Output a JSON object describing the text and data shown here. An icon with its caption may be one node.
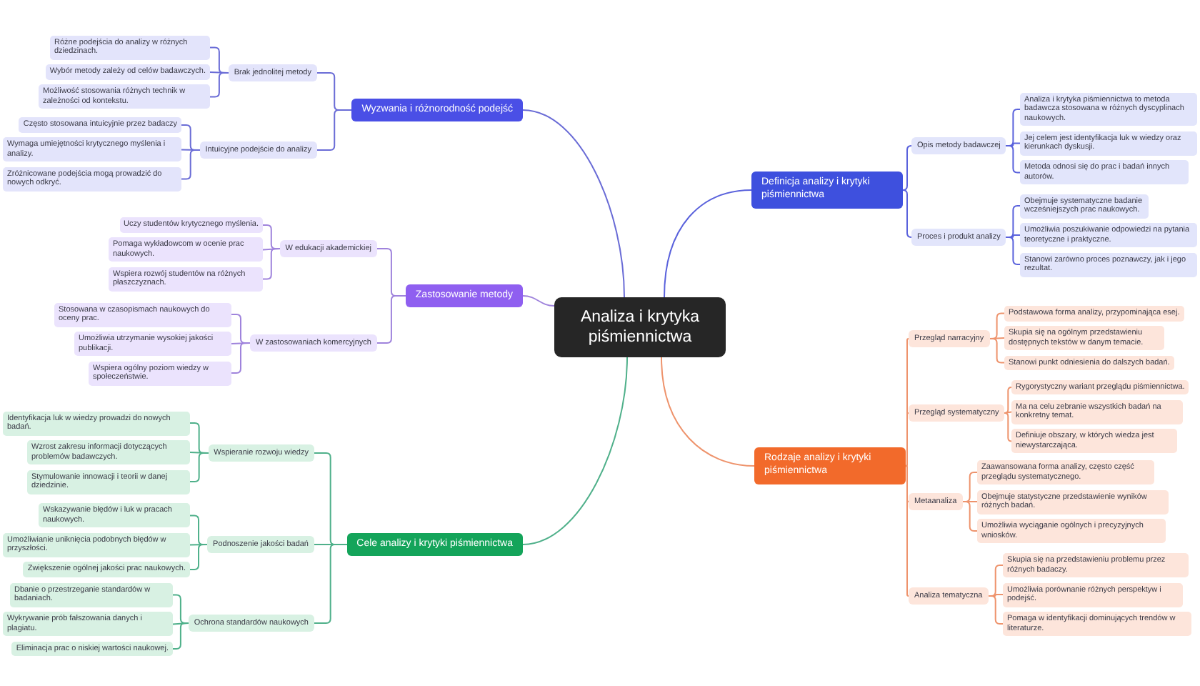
{
  "diagram": {
    "nodes": [
      {
        "text": [
          "Analiza i krytyka piśmiennictwa"
        ]
      },
      {
        "text": [
          "Definicja analizy i krytyki piśmiennictwa"
        ]
      },
      {
        "text": [
          "Opis metody badawczej"
        ]
      },
      {
        "text": [
          "Analiza i krytyka piśmiennictwa to metoda badawcza stosowana w różnych dyscyplinach naukowych."
        ]
      },
      {
        "text": [
          "Jej celem jest identyfikacja luk w wiedzy oraz kierunkach dyskusji."
        ]
      },
      {
        "text": [
          "Metoda odnosi się do prac i badań innych autorów."
        ]
      },
      {
        "text": [
          "Proces i produkt analizy"
        ]
      },
      {
        "text": [
          "Obejmuje systematyczne badanie wcześniejszych prac naukowych."
        ]
      },
      {
        "text": [
          "Umożliwia poszukiwanie odpowiedzi na pytania teoretyczne i praktyczne."
        ]
      },
      {
        "text": [
          "Stanowi zarówno proces poznawczy, jak i jego rezultat."
        ]
      },
      {
        "text": [
          "Rodzaje analizy i krytyki piśmiennictwa"
        ]
      },
      {
        "text": [
          "Przegląd narracyjny"
        ]
      },
      {
        "text": [
          "Podstawowa forma analizy, przypominająca esej."
        ]
      },
      {
        "text": [
          "Skupia się na ogólnym przedstawieniu dostępnych tekstów w danym temacie."
        ]
      },
      {
        "text": [
          "Stanowi punkt odniesienia do dalszych badań."
        ]
      },
      {
        "text": [
          "Przegląd systematyczny"
        ]
      },
      {
        "text": [
          "Rygorystyczny wariant przeglądu piśmiennictwa."
        ]
      },
      {
        "text": [
          "Ma na celu zebranie wszystkich badań na konkretny temat."
        ]
      },
      {
        "text": [
          "Definiuje obszary, w których wiedza jest niewystarczająca."
        ]
      },
      {
        "text": [
          "Metaanaliza"
        ]
      },
      {
        "text": [
          "Zaawansowana forma analizy, często część przeglądu systematycznego."
        ]
      },
      {
        "text": [
          "Obejmuje statystyczne przedstawienie wyników różnych badań."
        ]
      },
      {
        "text": [
          "Umożliwia wyciąganie ogólnych i precyzyjnych wniosków."
        ]
      },
      {
        "text": [
          "Analiza tematyczna"
        ]
      },
      {
        "text": [
          "Skupia się na przedstawieniu problemu przez różnych badaczy."
        ]
      },
      {
        "text": [
          "Umożliwia porównanie różnych perspektyw i podejść."
        ]
      },
      {
        "text": [
          "Pomaga w identyfikacji dominujących trendów w literaturze."
        ]
      },
      {
        "text": [
          "Cele analizy i krytyki piśmiennictwa"
        ]
      },
      {
        "text": [
          "Wspieranie rozwoju wiedzy"
        ]
      },
      {
        "text": [
          "Identyfikacja luk w wiedzy prowadzi do nowych badań."
        ]
      },
      {
        "text": [
          "Wzrost zakresu informacji dotyczących problemów badawczych."
        ]
      },
      {
        "text": [
          "Stymulowanie innowacji i teorii w danej dziedzinie."
        ]
      },
      {
        "text": [
          "Podnoszenie jakości badań"
        ]
      },
      {
        "text": [
          "Wskazywanie błędów i luk w pracach naukowych."
        ]
      },
      {
        "text": [
          "Umożliwianie uniknięcia podobnych błędów w przyszłości."
        ]
      },
      {
        "text": [
          "Zwiększenie ogólnej jakości prac naukowych."
        ]
      },
      {
        "text": [
          "Ochrona standardów naukowych"
        ]
      },
      {
        "text": [
          "Dbanie o przestrzeganie standardów w badaniach."
        ]
      },
      {
        "text": [
          "Wykrywanie prób fałszowania danych i plagiatu."
        ]
      },
      {
        "text": [
          "Eliminacja prac o niskiej wartości naukowej."
        ]
      },
      {
        "text": [
          "Zastosowanie metody"
        ]
      },
      {
        "text": [
          "W edukacji akademickiej"
        ]
      },
      {
        "text": [
          "Uczy studentów krytycznego myślenia."
        ]
      },
      {
        "text": [
          "Pomaga wykładowcom w ocenie prac naukowych."
        ]
      },
      {
        "text": [
          "Wspiera rozwój studentów na różnych płaszczyznach."
        ]
      },
      {
        "text": [
          "W zastosowaniach komercyjnych"
        ]
      },
      {
        "text": [
          "Stosowana w czasopismach naukowych do oceny prac."
        ]
      },
      {
        "text": [
          "Umożliwia utrzymanie wysokiej jakości publikacji."
        ]
      },
      {
        "text": [
          "Wspiera ogólny poziom wiedzy w społeczeństwie."
        ]
      },
      {
        "text": [
          "Wyzwania i różnorodność podejść"
        ]
      },
      {
        "text": [
          "Brak jednolitej metody"
        ]
      },
      {
        "text": [
          "Różne podejścia do analizy w różnych dziedzinach."
        ]
      },
      {
        "text": [
          "Wybór metody zależy od celów badawczych."
        ]
      },
      {
        "text": [
          "Możliwość stosowania różnych technik w zależności od kontekstu."
        ]
      },
      {
        "text": [
          "Intuicyjne podejście do analizy"
        ]
      },
      {
        "text": [
          "Często stosowana intuicyjnie przez badaczy"
        ]
      },
      {
        "text": [
          "Wymaga umiejętności krytycznego myślenia i analizy."
        ]
      },
      {
        "text": [
          "Zróżnicowane podejścia mogą prowadzić do nowych odkryć."
        ]
      }
    ],
    "edges": [
      {
        "from": 0,
        "to": 1,
        "arrow": "none",
        "color": "#5a62dc"
      },
      {
        "from": 1,
        "to": 2,
        "arrow": "none",
        "color": "#5a62dc"
      },
      {
        "from": 2,
        "to": 3,
        "arrow": "none",
        "color": "#5a62dc"
      },
      {
        "from": 2,
        "to": 4,
        "arrow": "none",
        "color": "#5a62dc"
      },
      {
        "from": 2,
        "to": 5,
        "arrow": "none",
        "color": "#5a62dc"
      },
      {
        "from": 1,
        "to": 6,
        "arrow": "none",
        "color": "#5a62dc"
      },
      {
        "from": 6,
        "to": 7,
        "arrow": "none",
        "color": "#5a62dc"
      },
      {
        "from": 6,
        "to": 8,
        "arrow": "none",
        "color": "#5a62dc"
      },
      {
        "from": 6,
        "to": 9,
        "arrow": "none",
        "color": "#5a62dc"
      },
      {
        "from": 0,
        "to": 10,
        "arrow": "none"
      },
      {
        "from": 10,
        "to": 11,
        "arrow": "none"
      },
      {
        "from": 11,
        "to": 12,
        "arrow": "none"
      },
      {
        "from": 11,
        "to": 13,
        "arrow": "none"
      },
      {
        "from": 11,
        "to": 14,
        "arrow": "none"
      },
      {
        "from": 10,
        "to": 15,
        "arrow": "none"
      },
      {
        "from": 15,
        "to": 16,
        "arrow": "none"
      },
      {
        "from": 15,
        "to": 17,
        "arrow": "none"
      },
      {
        "from": 15,
        "to": 18,
        "arrow": "none"
      },
      {
        "from": 10,
        "to": 19,
        "arrow": "none"
      },
      {
        "from": 19,
        "to": 20,
        "arrow": "none"
      },
      {
        "from": 19,
        "to": 21,
        "arrow": "none"
      },
      {
        "from": 19,
        "to": 22,
        "arrow": "none"
      },
      {
        "from": 10,
        "to": 23,
        "arrow": "none"
      },
      {
        "from": 23,
        "to": 24,
        "arrow": "none"
      },
      {
        "from": 23,
        "to": 25,
        "arrow": "none"
      },
      {
        "from": 23,
        "to": 26,
        "arrow": "none"
      },
      {
        "from": 0,
        "to": 27,
        "arrow": "none",
        "color": "#4fb08a"
      },
      {
        "from": 27,
        "to": 28,
        "arrow": "none",
        "color": "#4fb08a"
      },
      {
        "from": 28,
        "to": 29,
        "arrow": "none",
        "color": "#4fb08a"
      },
      {
        "from": 28,
        "to": 30,
        "arrow": "none",
        "color": "#4fb08a"
      },
      {
        "from": 28,
        "to": 31,
        "arrow": "none",
        "color": "#4fb08a"
      },
      {
        "from": 27,
        "to": 32,
        "arrow": "none",
        "color": "#4fb08a"
      },
      {
        "from": 32,
        "to": 33,
        "arrow": "none",
        "color": "#4fb08a"
      },
      {
        "from": 32,
        "to": 34,
        "arrow": "none",
        "color": "#4fb08a"
      },
      {
        "from": 32,
        "to": 35,
        "arrow": "none",
        "color": "#4fb08a"
      },
      {
        "from": 27,
        "to": 36,
        "arrow": "none",
        "color": "#4fb08a"
      },
      {
        "from": 36,
        "to": 37,
        "arrow": "none",
        "color": "#4fb08a"
      },
      {
        "from": 36,
        "to": 38,
        "arrow": "none",
        "color": "#4fb08a"
      },
      {
        "from": 36,
        "to": 39,
        "arrow": "none",
        "color": "#4fb08a"
      },
      {
        "from": 0,
        "to": 40,
        "arrow": "none",
        "color": "#9f83dc"
      },
      {
        "from": 40,
        "to": 41,
        "arrow": "none",
        "color": "#9f83dc"
      },
      {
        "from": 41,
        "to": 42,
        "arrow": "none",
        "color": "#9f83dc"
      },
      {
        "from": 41,
        "to": 43,
        "arrow": "none",
        "color": "#9f83dc"
      },
      {
        "from": 41,
        "to": 44,
        "arrow": "none",
        "color": "#9f83dc"
      },
      {
        "from": 40,
        "to": 45,
        "arrow": "none",
        "color": "#9f83dc"
      },
      {
        "from": 45,
        "to": 46,
        "arrow": "none",
        "color": "#9f83dc"
      },
      {
        "from": 45,
        "to": 47,
        "arrow": "none",
        "color": "#9f83dc"
      },
      {
        "from": 45,
        "to": 48,
        "arrow": "none",
        "color": "#9f83dc"
      },
      {
        "from": 0,
        "to": 49,
        "arrow": "none",
        "color": "#6a6cd6"
      },
      {
        "from": 49,
        "to": 50,
        "arrow": "none",
        "color": "#6a6cd6"
      },
      {
        "from": 50,
        "to": 51,
        "arrow": "none",
        "color": "#6a6cd6"
      },
      {
        "from": 50,
        "to": 52,
        "arrow": "none",
        "color": "#6a6cd6"
      },
      {
        "from": 50,
        "to": 53,
        "arrow": "none",
        "color": "#6a6cd6"
      },
      {
        "from": 49,
        "to": 54,
        "arrow": "none",
        "color": "#6a6cd6"
      },
      {
        "from": 54,
        "to": 55,
        "arrow": "none",
        "color": "#6a6cd6"
      },
      {
        "from": 54,
        "to": 56,
        "arrow": "none",
        "color": "#6a6cd6"
      },
      {
        "from": 54,
        "to": 57,
        "arrow": "none",
        "color": "#6a6cd6"
      }
    ]
  }
}
